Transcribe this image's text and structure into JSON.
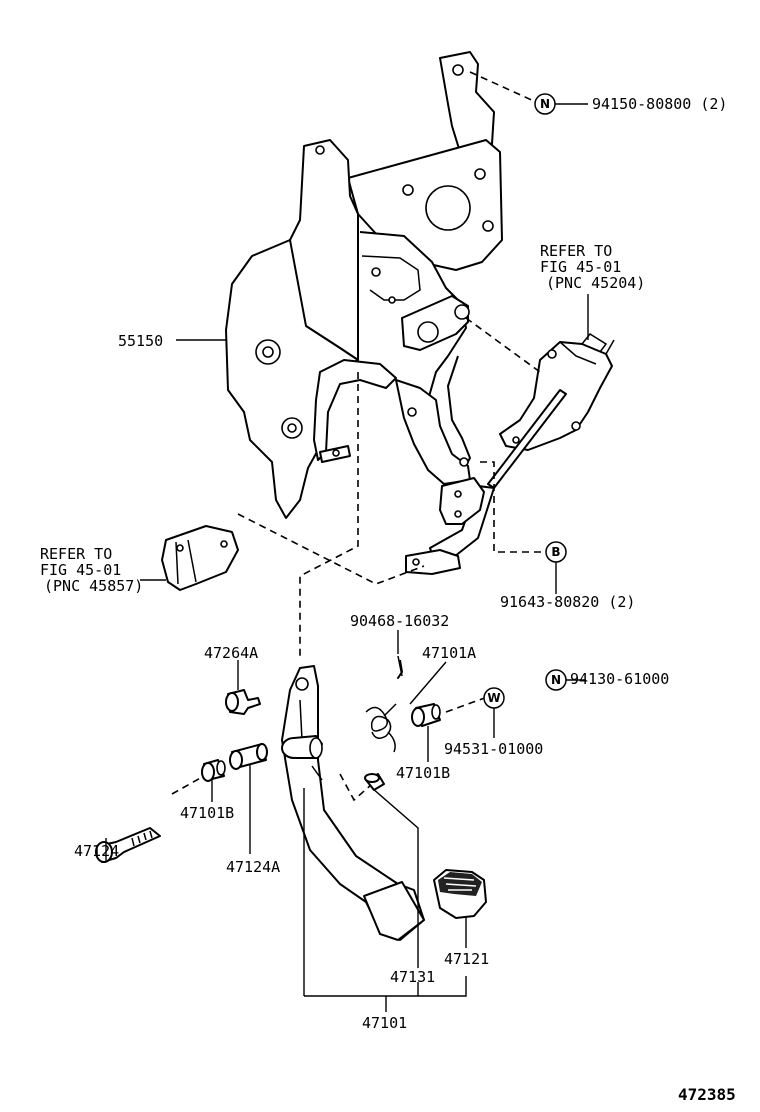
{
  "labels": {
    "p55150": "55150",
    "p94150": "94150-80800 (2)",
    "refer_right_1": "REFER TO",
    "refer_right_2": "FIG 45-01",
    "refer_right_3": "(PNC 45204)",
    "refer_left_1": "REFER TO",
    "refer_left_2": "FIG 45-01",
    "refer_left_3": "(PNC 45857)",
    "p91643": "91643-80820 (2)",
    "p90468": "90468-16032",
    "p47101A": "47101A",
    "p47264A": "47264A",
    "p94130": "94130-61000",
    "p94531": "94531-01000",
    "p47101B_right": "47101B",
    "p47101B_left": "47101B",
    "p47124": "47124",
    "p47124A": "47124A",
    "p47121": "47121",
    "p47131": "47131",
    "p47101": "47101",
    "figure_number": "472385"
  },
  "callouts": {
    "N1": "N",
    "N2": "N",
    "B": "B",
    "W": "W"
  }
}
